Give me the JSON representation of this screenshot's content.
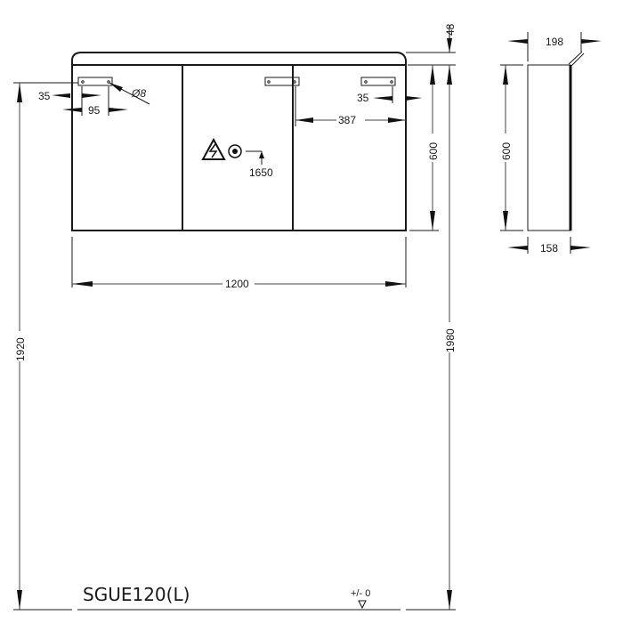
{
  "drawing": {
    "model_label": "SGUE120(L)",
    "floor_level_label": "+/- 0",
    "front_view": {
      "width_dim": "1200",
      "height_dim": "600",
      "top_offset_dim": "48",
      "total_height_dim": "1980",
      "mount_height_dim": "1920",
      "hinge_offset_left_dim": "35",
      "hole_spacing_dim": "95",
      "hole_diameter_dim": "Ø8",
      "hinge_offset_right_dim": "35",
      "right_door_dim": "387",
      "socket_height_dim": "1650"
    },
    "side_view": {
      "top_depth_dim": "198",
      "bottom_depth_dim": "158",
      "height_dim": "600"
    },
    "icons": {
      "warning": "electrical-hazard-icon",
      "socket": "socket-icon",
      "floor": "floor-level-triangle-icon"
    }
  }
}
